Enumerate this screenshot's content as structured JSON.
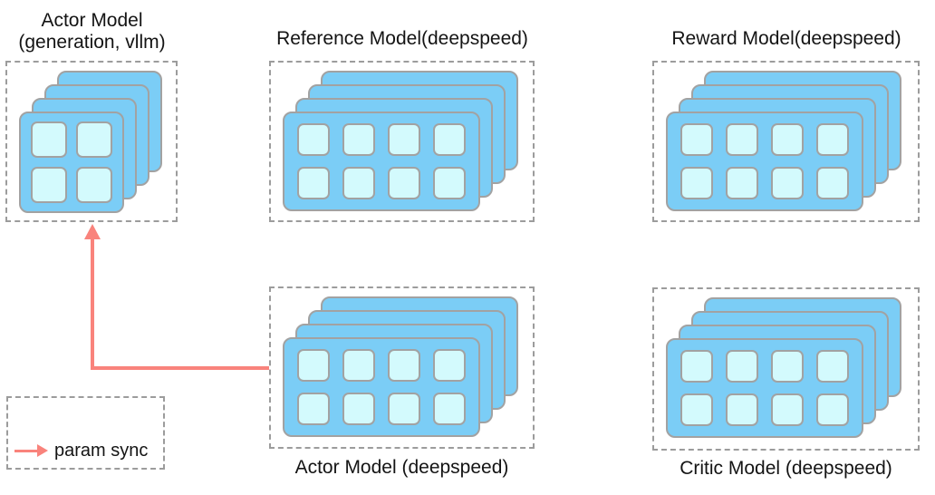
{
  "panels": {
    "actor_generation": {
      "title_line1": "Actor Model",
      "title_line2": "(generation, vllm)",
      "stack_cards": 4,
      "grid_rows": 2,
      "grid_cols": 2
    },
    "reference": {
      "title": "Reference Model(deepspeed)",
      "stack_cards": 4,
      "grid_rows": 2,
      "grid_cols": 4
    },
    "reward": {
      "title": "Reward Model(deepspeed)",
      "stack_cards": 4,
      "grid_rows": 2,
      "grid_cols": 4
    },
    "actor_deepspeed": {
      "title": "Actor Model (deepspeed)",
      "stack_cards": 4,
      "grid_rows": 2,
      "grid_cols": 4
    },
    "critic": {
      "title": "Critic Model (deepspeed)",
      "stack_cards": 4,
      "grid_rows": 2,
      "grid_cols": 4
    }
  },
  "legend": {
    "label": "param sync"
  },
  "arrow": {
    "from": "Actor Model (deepspeed)",
    "to": "Actor Model (generation, vllm)",
    "meaning": "param sync"
  },
  "colors": {
    "card-blue": "#7bcdf6",
    "card-border": "#a2a2a2",
    "cell-cyan": "#d3fafd",
    "box-dash": "#9c9c9c",
    "arrow-red": "#f9837c",
    "text": "#141414",
    "background": "#ffffff"
  }
}
